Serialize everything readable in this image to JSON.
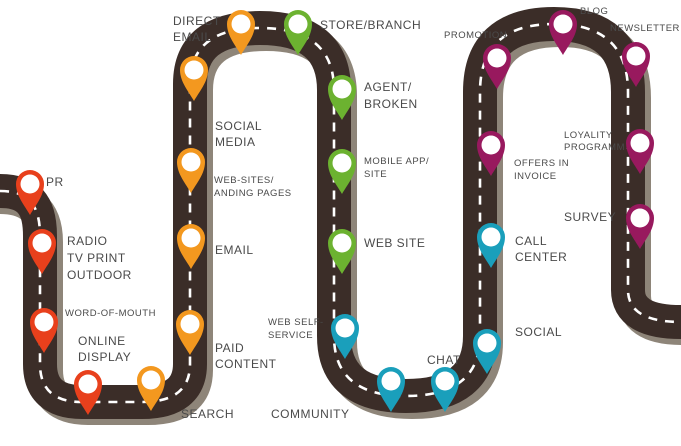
{
  "labels": {
    "pr": "PR",
    "radio": "RADIO\nTV PRINT\nOUTDOOR",
    "word_of_mouth": "WORD-OF-MOUTH",
    "online_display": "ONLINE\nDISPLAY",
    "search": "SEARCH",
    "paid_content": "PAID\nCONTENT",
    "email": "EMAIL",
    "web_sites": "WEB-SITES/\nANDING PAGES",
    "social_media": "SOCIAL\nMEDIA",
    "direct_email": "DIRECT\nEMAIL",
    "store_branch": "STORE/BRANCH",
    "agent_broken": "AGENT/\nBROKEN",
    "mobile_app": "MOBILE APP/\nSITE",
    "web_site": "WEB SITE",
    "web_self_service": "WEB SELF-\nSERVICE",
    "community": "COMMUNITY",
    "chat": "CHAT",
    "social": "SOCIAL",
    "call_center": "CALL\nCENTER",
    "offers_in_invoice": "OFFERS IN\nINVOICE",
    "promotion": "PROMOTION",
    "blog": "BLOG",
    "newsletter": "NEWSLETTER",
    "loyality": "LOYALITY\nPROGRAMM",
    "survey": "SURVEY"
  },
  "colors": {
    "road": "#3b2d28",
    "road_edge": "#8e8579",
    "dash": "#ffffff",
    "red": "#e8401c",
    "orange": "#f3981f",
    "green": "#6cb230",
    "teal": "#1a9fbb",
    "magenta": "#98195e"
  },
  "markers": [
    {
      "name": "pr",
      "color": "red"
    },
    {
      "name": "radio",
      "color": "red"
    },
    {
      "name": "word-of-mouth",
      "color": "red"
    },
    {
      "name": "online-display",
      "color": "red"
    },
    {
      "name": "search",
      "color": "orange"
    },
    {
      "name": "paid-content",
      "color": "orange"
    },
    {
      "name": "email",
      "color": "orange"
    },
    {
      "name": "web-sites",
      "color": "orange"
    },
    {
      "name": "social-media",
      "color": "orange"
    },
    {
      "name": "direct-email",
      "color": "orange"
    },
    {
      "name": "store-branch",
      "color": "green"
    },
    {
      "name": "agent-broken",
      "color": "green"
    },
    {
      "name": "mobile-app",
      "color": "green"
    },
    {
      "name": "web-site",
      "color": "green"
    },
    {
      "name": "web-self-service",
      "color": "teal"
    },
    {
      "name": "community",
      "color": "teal"
    },
    {
      "name": "chat",
      "color": "teal"
    },
    {
      "name": "social",
      "color": "teal"
    },
    {
      "name": "call-center",
      "color": "teal"
    },
    {
      "name": "offers-in-invoice",
      "color": "magenta"
    },
    {
      "name": "promotion",
      "color": "magenta"
    },
    {
      "name": "blog",
      "color": "magenta"
    },
    {
      "name": "newsletter",
      "color": "magenta"
    },
    {
      "name": "loyality",
      "color": "magenta"
    },
    {
      "name": "survey",
      "color": "magenta"
    }
  ]
}
